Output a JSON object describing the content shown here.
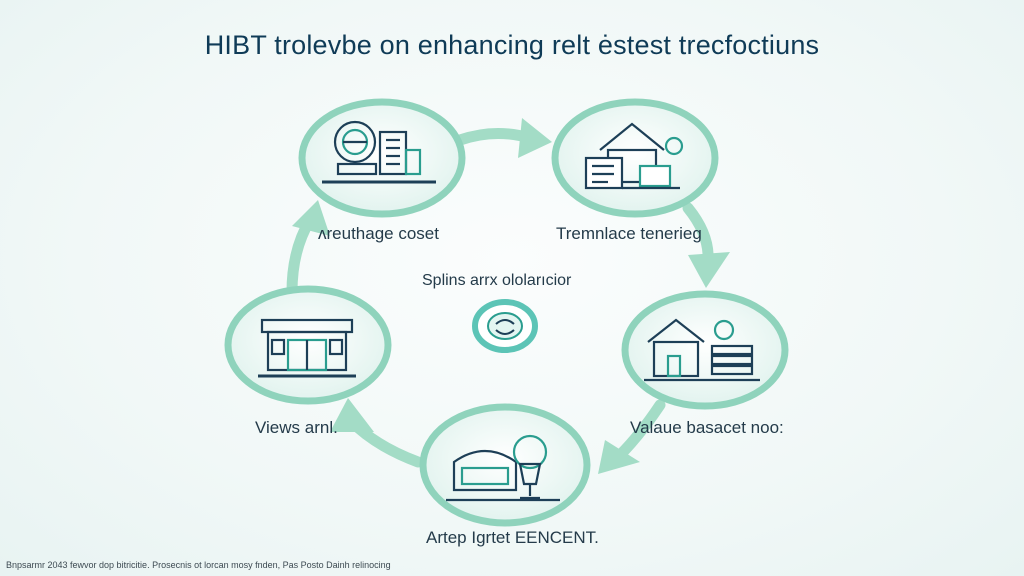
{
  "title": "HIBT trolevbe on enhancing relt ėstest trecfoctiuns",
  "center": {
    "label": "Splins arrx ololarıcior",
    "icon": "coin-icon"
  },
  "nodes": [
    {
      "label": "ᴧreuthage coset",
      "icon": "building-icon"
    },
    {
      "label": "Tremnlace tenerieg",
      "icon": "house-documents-icon"
    },
    {
      "label": "Valaue basacet noo:",
      "icon": "house-server-icon"
    },
    {
      "label": "Artep Igrtet EENCENT.",
      "icon": "property-trophy-icon"
    },
    {
      "label": "Views arnl.",
      "icon": "storefront-icon"
    }
  ],
  "footer": "Bnpsarmr 2043 fewvor dop bitricitie. Prosecnis ot lorcan mosy fnden, Pas Posto Dainh relinocing",
  "colors": {
    "title": "#0f3b57",
    "circle_border": "#8fd3bc",
    "circle_fill": "#e8f6f3",
    "arrow": "#9fdcc4",
    "icon_stroke": "#1d3f57",
    "icon_accent": "#2a9d8f"
  }
}
